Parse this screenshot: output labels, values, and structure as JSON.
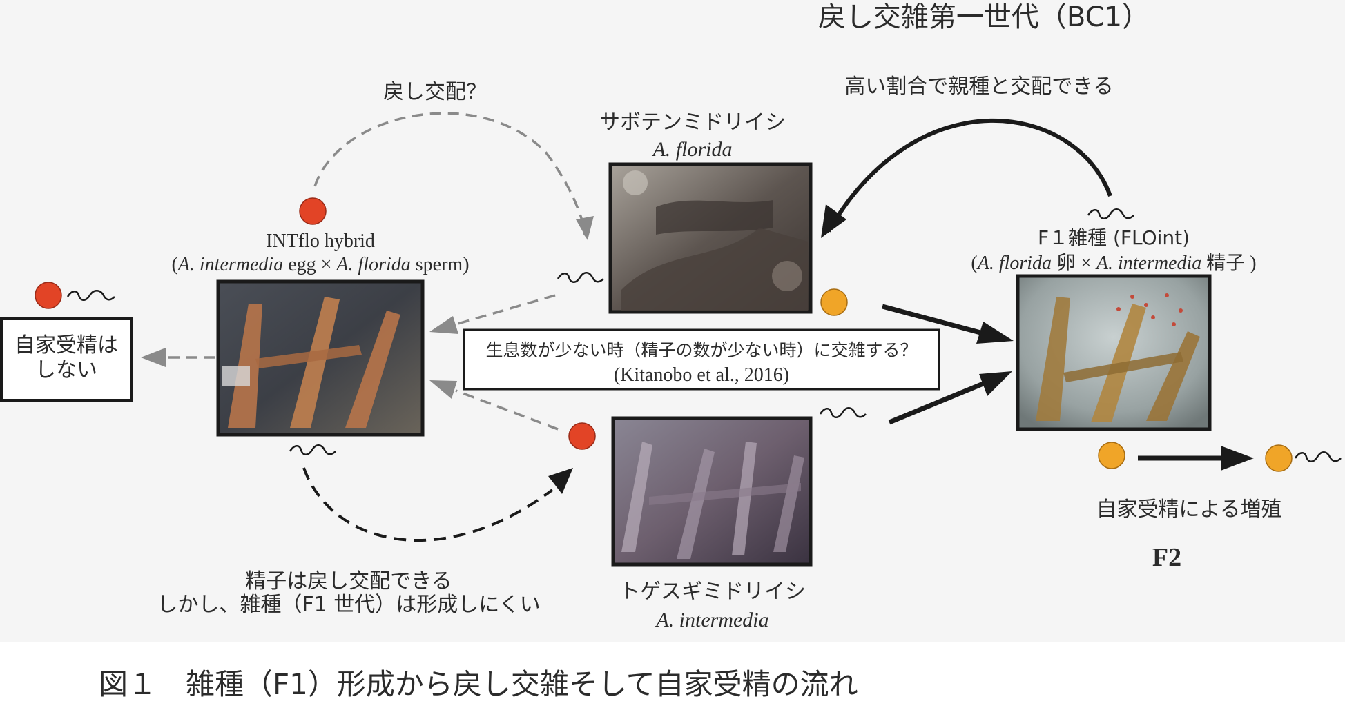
{
  "diagram": {
    "bc1_title": "戻し交雑第一世代（BC1）",
    "bc1_note": "高い割合で親種と交配できる",
    "backcross_question": "戻し交配？",
    "florida": {
      "jp_name": "サボテンミドリイシ",
      "sci_name": "A. florida"
    },
    "intermedia": {
      "jp_name": "トゲスギミドリイシ",
      "sci_name": "A. intermedia"
    },
    "intflo": {
      "name": "INTflo hybrid",
      "cross_open": "(",
      "cross_a": "A. intermedia",
      "cross_b": " egg × ",
      "cross_c": "A. florida",
      "cross_d": " sperm)"
    },
    "floint": {
      "name": "F１雑種 (FLOint)",
      "cross_open": "(",
      "cross_a": "A. florida",
      "cross_b": " 卵 × ",
      "cross_c": "A. intermedia",
      "cross_d": " 精子 )"
    },
    "no_selfing_line1": "自家受精は",
    "no_selfing_line2": "しない",
    "center_box_line1": "生息数が少ない時（精子の数が少ない時）に交雑する？",
    "center_box_line2": "(Kitanobo et al., 2016)",
    "sperm_note_line1": "精子は戻し交配できる",
    "sperm_note_line2": "しかし、雑種（F1 世代）は形成しにくい",
    "selfing_propagation": "自家受精による増殖",
    "f2_label": "F2",
    "colors": {
      "egg_red": "#e24426",
      "egg_orange": "#f0a528",
      "arrow_solid": "#222222",
      "arrow_dashed_grey": "#8a8a8a",
      "arrow_dashed_black": "#1a1a1a",
      "photo_florida": "#5d5550",
      "photo_intermedia": "#6d5f6e",
      "photo_intflo": "#b7744a",
      "photo_floint": "#a07b3e"
    }
  },
  "caption": "図１　雑種（F1）形成から戻し交雑そして自家受精の流れ"
}
